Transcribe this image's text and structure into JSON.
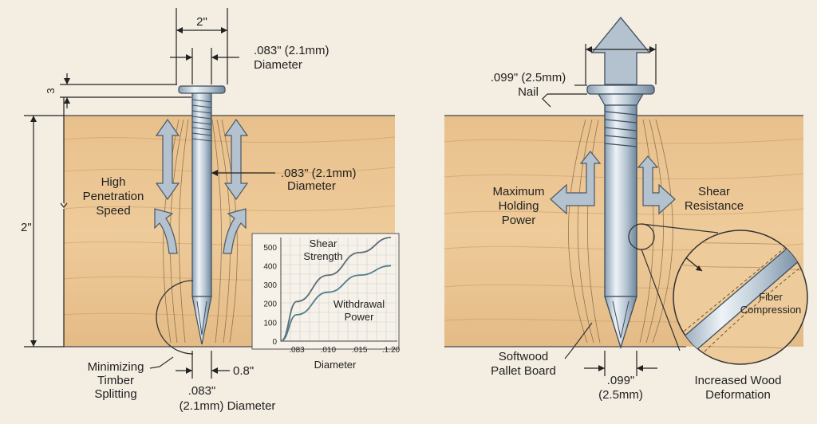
{
  "left": {
    "dim_top_width": "2\"",
    "dim_nail_diameter_top": ".083\" (2.1mm)",
    "dim_nail_diameter_top_word": "Diameter",
    "dim_head_height": "3",
    "dim_depth": "2\"",
    "dim_mid_diameter": ".083\" (2.1mm)",
    "dim_mid_diameter_word": "Diameter",
    "label_high_penetration": [
      "High",
      "Penetration",
      "Speed"
    ],
    "label_splitting": [
      "Minimizing",
      "Timber",
      "Splitting"
    ],
    "dim_tip_offset": "0.8\"",
    "dim_bottom_diameter_line1": ".083\"",
    "dim_bottom_diameter_line2": "(2.1mm) Diameter"
  },
  "inset_chart": {
    "series_labels": {
      "shear": [
        "Shear",
        "Strength"
      ],
      "withdrawal": [
        "Withdrawal",
        "Power"
      ]
    },
    "xlabel": "Diameter"
  },
  "chart_data": {
    "type": "line",
    "title": "",
    "xlabel": "Diameter",
    "ylabel": "",
    "categories": [
      ".083",
      ".010",
      ".015",
      ".1.20"
    ],
    "ylim": [
      0,
      550
    ],
    "yticks": [
      0,
      100,
      200,
      300,
      400,
      500
    ],
    "series": [
      {
        "name": "Shear Strength",
        "values": [
          210,
          350,
          470,
          550
        ]
      },
      {
        "name": "Withdrawal Power",
        "values": [
          140,
          260,
          350,
          400
        ]
      }
    ]
  },
  "right": {
    "dim_nail_line1": ".099\" (2.5mm)",
    "dim_nail_line2": "Nail",
    "label_holding": [
      "Maximum",
      "Holding",
      "Power"
    ],
    "label_shear": [
      "Shear",
      "Resistance"
    ],
    "label_fiber": [
      "Fiber",
      "Compression"
    ],
    "label_board": [
      "Softwood",
      "Pallet Board"
    ],
    "dim_bottom_line1": ".099\"",
    "dim_bottom_line2": "(2.5mm)",
    "label_deformation": [
      "Increased Wood",
      "Deformation"
    ]
  },
  "colors": {
    "background": "#f4ede2",
    "wood": "#ebc592",
    "wood_grain": "#c99a62",
    "nail_light": "#dde6ee",
    "nail_dark": "#7e95aa",
    "arrow": "#b4c2cf"
  }
}
